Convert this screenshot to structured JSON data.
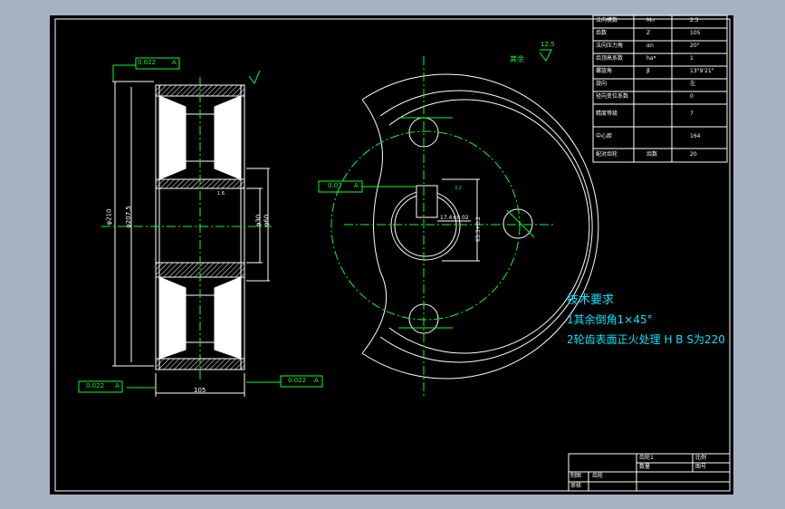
{
  "colors": {
    "viewport": "#a6b2c2",
    "paper": "#000000",
    "line": "#ffffff",
    "annotation": "#00ff33",
    "note": "#00e6ff"
  },
  "params": {
    "rows": [
      {
        "name": "法向模数",
        "symbol": "Mn",
        "value": "2.5"
      },
      {
        "name": "齿数",
        "symbol": "Z",
        "value": "105"
      },
      {
        "name": "法向压力角",
        "symbol": "αn",
        "value": "20°"
      },
      {
        "name": "齿顶高系数",
        "symbol": "ha*",
        "value": "1"
      },
      {
        "name": "螺旋角",
        "symbol": "β",
        "value": "13°9'21\""
      },
      {
        "name": "旋向",
        "symbol": "",
        "value": "左"
      },
      {
        "name": "径向变位系数",
        "symbol": "",
        "value": "0"
      },
      {
        "name": "精度等级",
        "symbol": "",
        "value": "7"
      },
      {
        "name": "中心距",
        "symbol": "",
        "value": "164"
      },
      {
        "name": "配对齿轮",
        "symbol": "齿数",
        "value": "20"
      }
    ]
  },
  "tolerances": {
    "runout_top": "0.022",
    "runout_left": "0.022",
    "runout_right": "0.022",
    "datum": "A",
    "sym": "0.03"
  },
  "dims": {
    "width": "105",
    "outer_dia": "φ210",
    "dia2": "φ207.5",
    "bore_dia": "φ30",
    "hub_dia": "φ60",
    "keyway_width": "17.4±0.02",
    "keyway_depth": "63.3+0.2"
  },
  "roughness": {
    "general": "12.5",
    "label_rest": "其余",
    "bore": "1.6",
    "tooth": "3.2"
  },
  "notes": {
    "title": "技术要求",
    "line1": "1其余倒角1×45°",
    "line2": "2轮齿表面正火处理 H B S为220"
  },
  "titleblock": {
    "c1": "齿轮1",
    "c2": "比例",
    "c3": "数量",
    "c4": "图号",
    "c5": "制图",
    "c6": "审核",
    "c7": "齿轮"
  }
}
